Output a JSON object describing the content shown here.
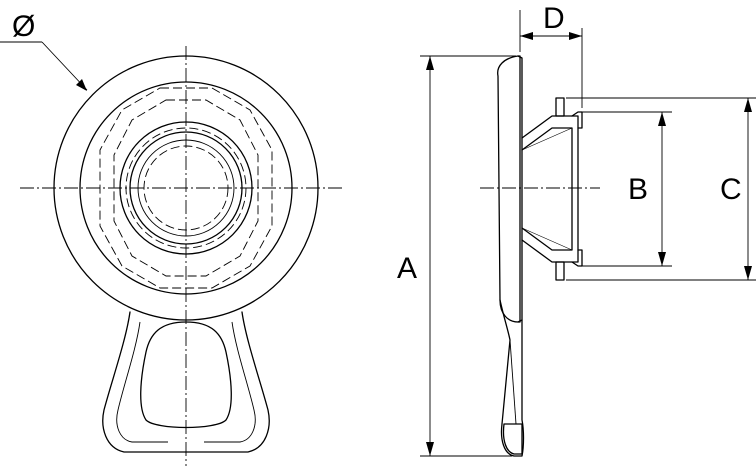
{
  "labels": {
    "diameter": "Ø",
    "A": "A",
    "B": "B",
    "C": "C",
    "D": "D"
  }
}
